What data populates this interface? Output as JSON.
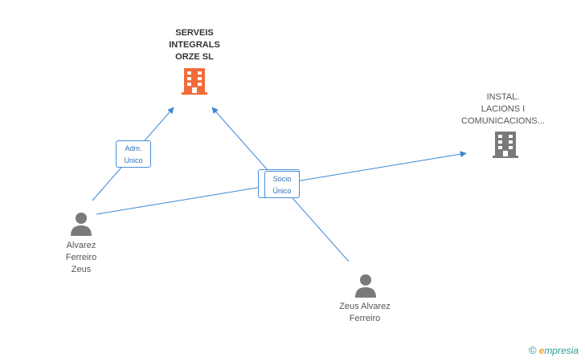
{
  "colors": {
    "edge": "#3d86d6",
    "company_main": "#f26b3a",
    "company_other": "#7a7a7a",
    "person": "#7a7a7a"
  },
  "nodes": {
    "serveis": {
      "label": "SERVEIS\nINTEGRALS\nORZE SL",
      "icon": "building-icon"
    },
    "instal": {
      "label": "INSTAL.\nLACIONS I\nCOMUNICACIONS...",
      "icon": "building-icon"
    },
    "alvarez": {
      "label": "Alvarez\nFerreiro\nZeus",
      "icon": "person-icon"
    },
    "zeus": {
      "label": "Zeus Alvarez\nFerreiro",
      "icon": "person-icon"
    }
  },
  "edges": {
    "adm_unico": {
      "label": "Adm.\nUnico"
    },
    "socio_unico": {
      "label": "Socio\nÚnico"
    }
  },
  "watermark": {
    "symbol": "©",
    "brand_initial": "e",
    "brand_rest": "mpresia"
  }
}
